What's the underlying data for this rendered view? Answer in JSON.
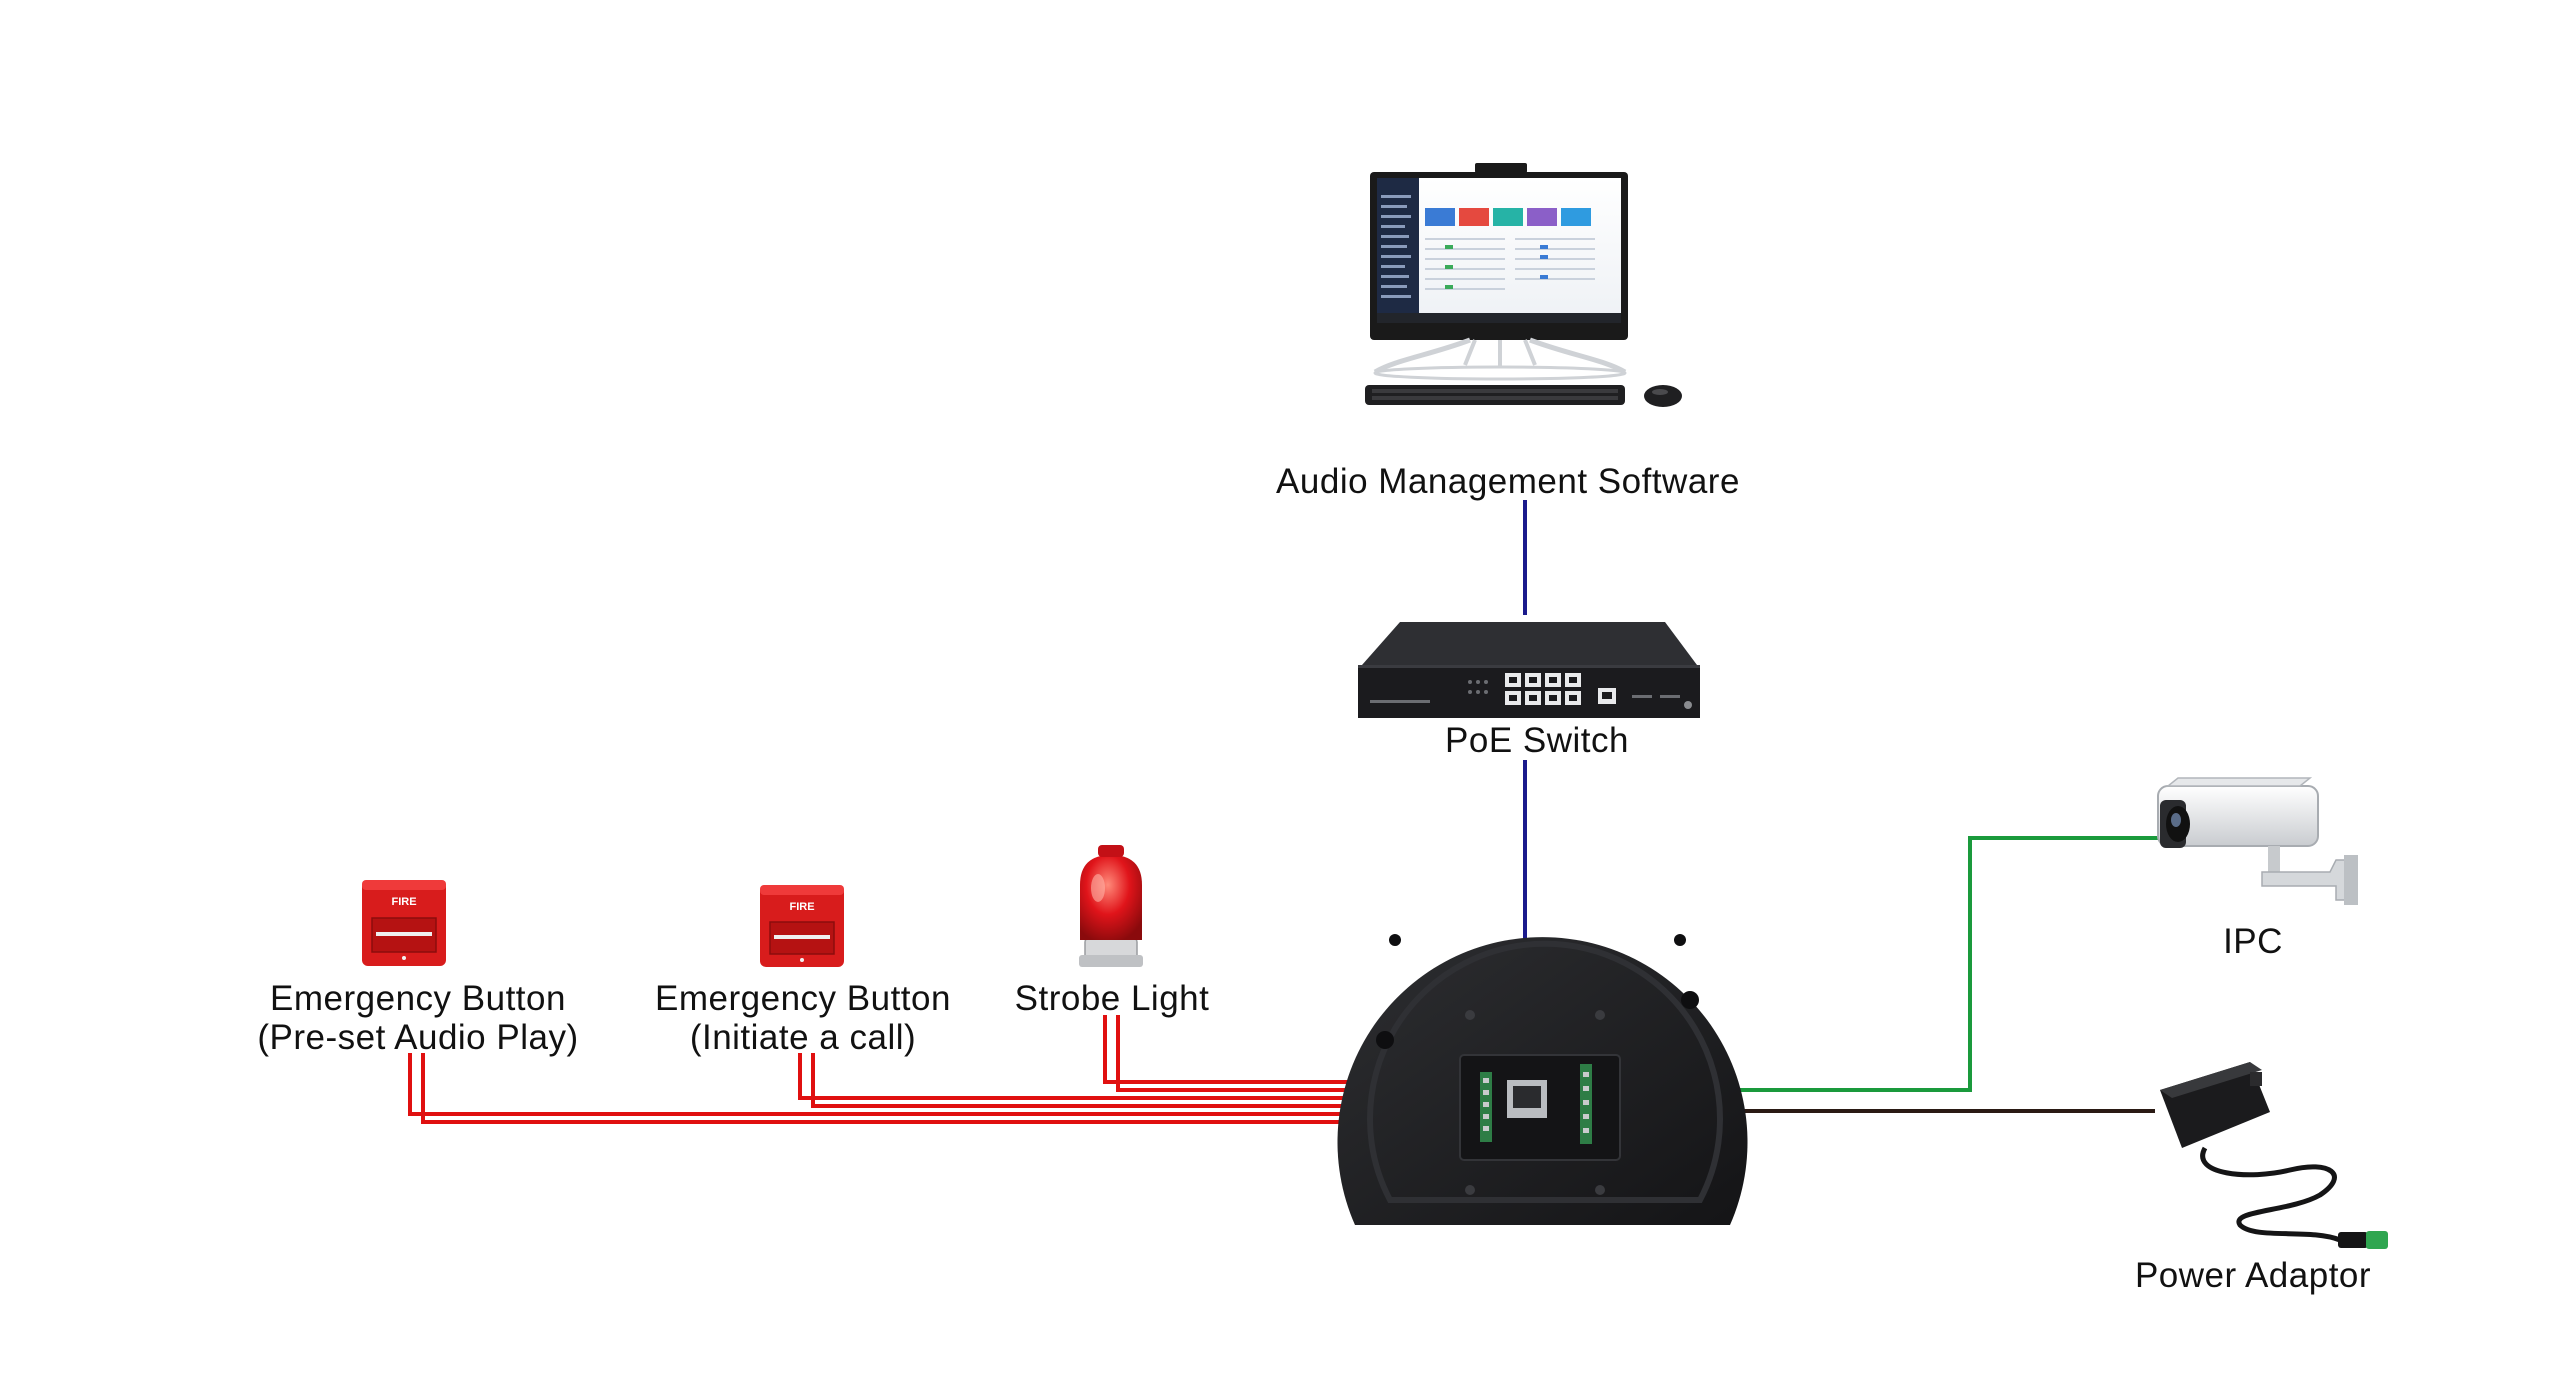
{
  "labels": {
    "software": "Audio Management Software",
    "switch": "PoE Switch",
    "ipc": "IPC",
    "power": "Power Adaptor",
    "strobe": "Strobe Light",
    "btn_call_line1": "Emergency Button",
    "btn_call_line2": "(Initiate a call)",
    "btn_audio_line1": "Emergency Button",
    "btn_audio_line2": "(Pre-set Audio Play)",
    "fire_text": "FIRE"
  },
  "colors": {
    "network_line": "#1a1a8c",
    "ipc_line": "#1a9a3c",
    "power_line": "#2a1a14",
    "io_line": "#e01010",
    "device_body": "#1c1c1e",
    "fire_red": "#d81c1c"
  },
  "icons": {
    "computer": "desktop-computer-icon",
    "switch": "poe-switch-icon",
    "speaker": "ip-speaker-icon",
    "camera": "ipc-camera-icon",
    "adaptor": "power-adaptor-icon",
    "strobe": "strobe-light-icon",
    "button": "fire-alarm-button-icon"
  }
}
